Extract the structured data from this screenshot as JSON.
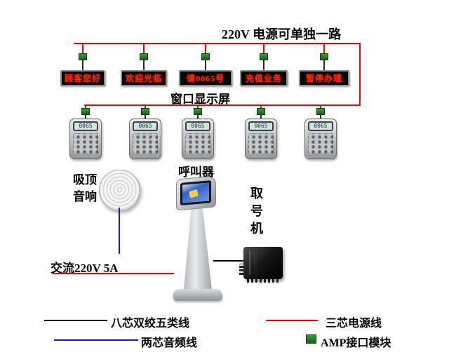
{
  "diagram": {
    "power_note": "220V  电源可单独一路",
    "window_displays": {
      "section_label": "窗口显示屏",
      "items": [
        "顾客您好",
        "欢迎光临",
        "请0065号",
        "充值业务",
        "暂停办理"
      ]
    },
    "callers": {
      "section_label": "呼叫器",
      "lcd_text": "0065"
    },
    "speaker": {
      "label_line1": "吸顶",
      "label_line2": "音响"
    },
    "kiosk": {
      "label": "取号机"
    },
    "ac_power_label": "交流220V 5A",
    "legend": {
      "cat5": "八芯双绞五类线",
      "power": "三芯电源线",
      "audio": "两芯音频线",
      "amp": "AMP接口模块"
    },
    "colors": {
      "power_line": "#f40000",
      "audio_line": "#1616d8",
      "data_line": "#000000",
      "amp_module_green": "#1f7a1f",
      "led_text": "#ff2a00"
    }
  }
}
